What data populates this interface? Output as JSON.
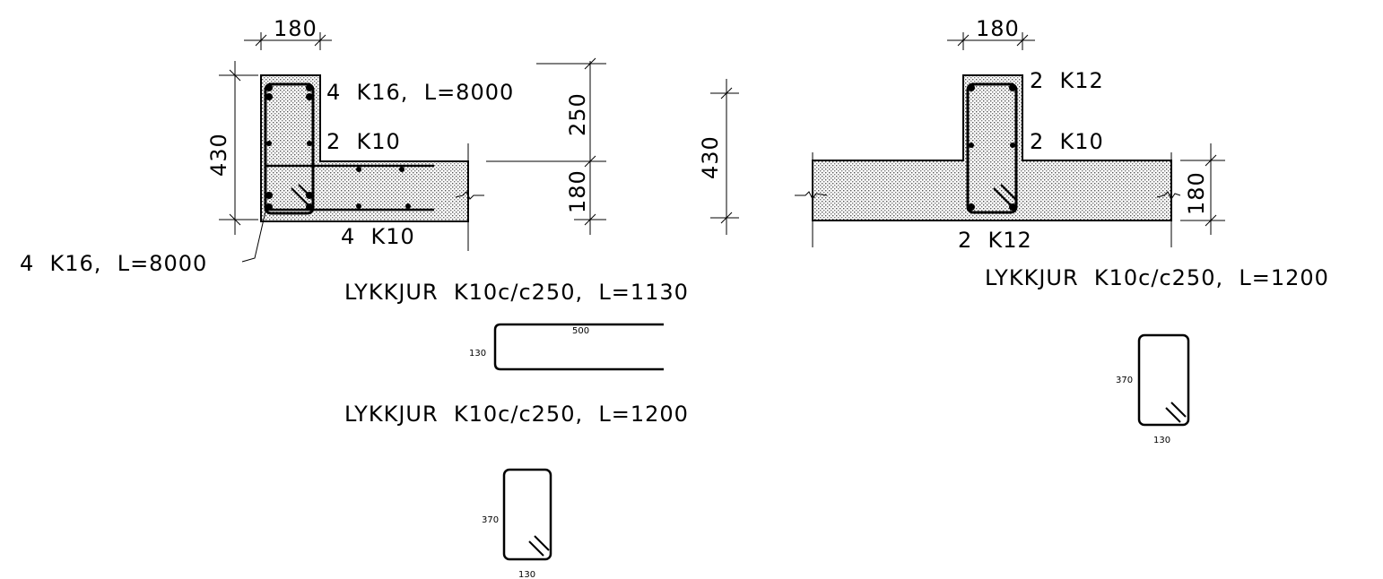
{
  "left_section": {
    "top_width_dim": "180",
    "height_dim": "430",
    "top_bars_label": "4  K16,  L=8000",
    "side_bars_label": "2  K10",
    "bottom_bars_label": "4  K10",
    "corner_bars_label": "4  K16,  L=8000 ",
    "right_dim_upper": "250",
    "right_dim_lower": "180"
  },
  "left_schedule": {
    "stirrup_u_label": "LYKKJUR  K10c/c250,  L=1130",
    "u_length": "500",
    "u_height": "130",
    "stirrup_closed_label": "LYKKJUR  K10c/c250,  L=1200",
    "closed_height": "370",
    "closed_width": "130"
  },
  "right_section": {
    "top_width_dim": "180",
    "height_dim": "430",
    "top_bars_label": "2  K12",
    "side_bars_label": "2  K10",
    "bottom_bars_label": "2  K12",
    "slab_dim": "180",
    "stirrup_label": "LYKKJUR  K10c/c250,  L=1200",
    "closed_height": "370",
    "closed_width": "130"
  }
}
